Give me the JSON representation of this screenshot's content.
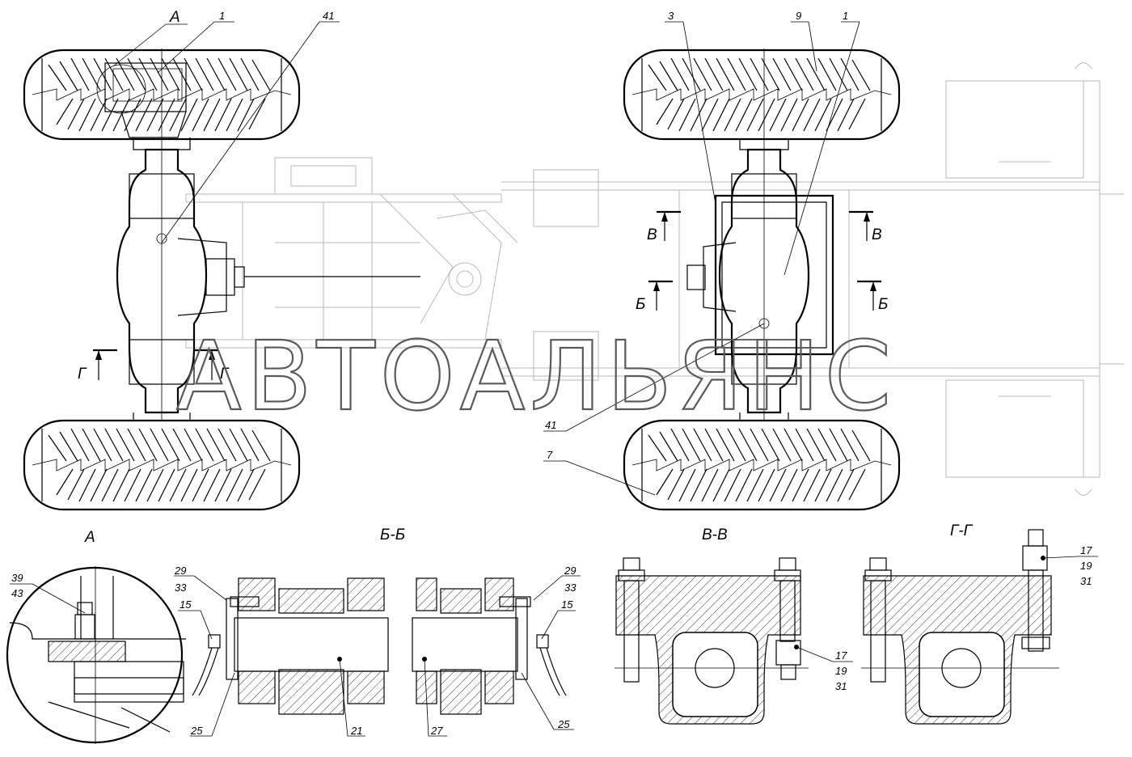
{
  "watermark": "АВТОАЛЬЯНС",
  "views": {
    "detail_a": "А",
    "section_bb": "Б-Б",
    "section_vv": "В-В",
    "section_gg": "Г-Г"
  },
  "cut_marks": {
    "a": "А",
    "b": "Б",
    "v": "В",
    "g": "Г"
  },
  "callouts": {
    "p1": "1",
    "p3": "3",
    "p7": "7",
    "p9": "9",
    "p15": "15",
    "p17": "17",
    "p19": "19",
    "p21": "21",
    "p25": "25",
    "p27": "27",
    "p29": "29",
    "p31": "31",
    "p33": "33",
    "p39": "39",
    "p41": "41",
    "p43": "43"
  }
}
